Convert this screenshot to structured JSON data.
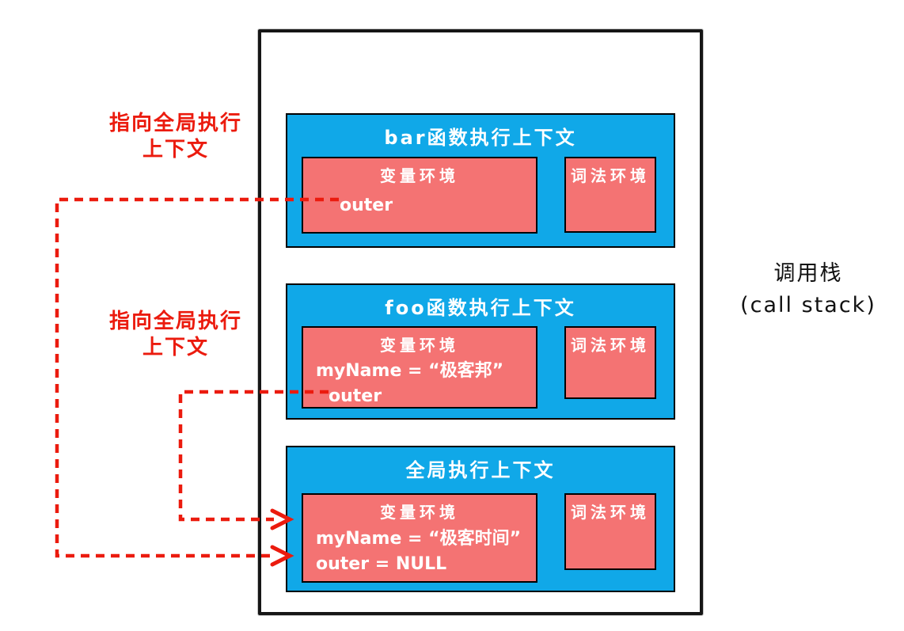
{
  "colors": {
    "context_blue": "#10A8E8",
    "env_salmon": "#F47373",
    "arrow_red": "#EB1B0E",
    "border_black": "#161616"
  },
  "right_label": {
    "line1": "调用栈",
    "line2": "(call stack)"
  },
  "arrow_labels": {
    "top": {
      "line1": "指向全局执行",
      "line2": "上下文"
    },
    "bottom": {
      "line1": "指向全局执行",
      "line2": "上下文"
    }
  },
  "contexts": {
    "bar": {
      "title": "bar函数执行上下文",
      "variable_env_label": "变量环境",
      "lexical_env_label": "词法环境",
      "entries": {
        "outer": "outer"
      }
    },
    "foo": {
      "title": "foo函数执行上下文",
      "variable_env_label": "变量环境",
      "lexical_env_label": "词法环境",
      "entries": {
        "myName": "myName = “极客邦”",
        "outer": "outer"
      }
    },
    "global": {
      "title": "全局执行上下文",
      "variable_env_label": "变量环境",
      "lexical_env_label": "词法环境",
      "entries": {
        "myName": "myName = “极客时间”",
        "outer": "outer = NULL"
      }
    }
  }
}
